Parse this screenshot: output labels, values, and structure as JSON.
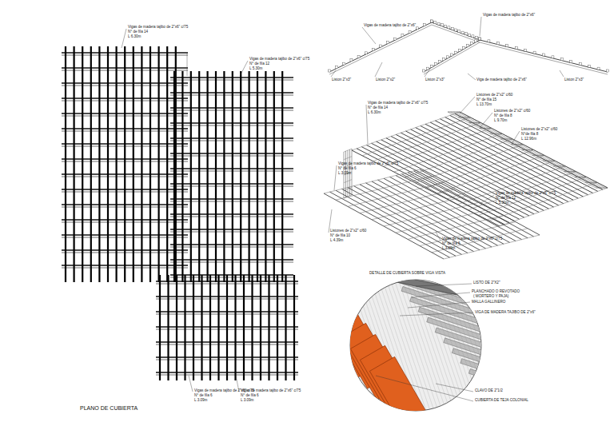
{
  "diagram": {
    "caption": "PLANO DE CUBIERTA",
    "labels": [
      "Vigas de madera tajibo de 2\"x6\" c/75",
      "N° de fila 14",
      "L 6.30m",
      "Vigas de madera tajibo de 2\"x6\" c/75",
      "N° de fila 12",
      "L 5.30m",
      "Vigas de madera tajibo de 2\"x6\" c/75",
      "N° de fila 6",
      "L 3.09m",
      "Vigas de madera tajibo de 2\"x6\" c/75",
      "N° de fila 6",
      "L 3.09m",
      "Vigas de madera tajibo de 2\"x6\"",
      "Vigas de madera tajibo de 2\"x6\"",
      "Liston 2\"x3\"",
      "Liston 2\"x2\"",
      "Liston 2\"x3\"",
      "Viga de madera tajibo de 2\"x6\"",
      "Liston 2\"x3\"",
      "Vigas de madera tajibo de 2\"x6\" c/75",
      "N° de fila 14",
      "L 6.30m",
      "Listones de 2\"x2\" c/60",
      "N° de fila 15",
      "L 13.70m",
      "Listones de 2\"x2\" c/60",
      "N° de fila 8",
      "L 9.70m",
      "Listones de 2\"x2\" c/60",
      "N°de fila 8",
      "L 12.96m",
      "Vigas de madera tajibo de 2\"x6\" c/75",
      "N° de fila 6",
      "L 3.09m",
      "Vigas de madera tajibo de 2\"x6\" c/75",
      "N° de fila 12",
      "L 5.30m",
      "Listones de 2\"x2\" c/60",
      "N° de fila 10",
      "L 4.39m",
      "Vigas de madera tajibo de 2\"x6\" c/75",
      "N° de fila 6",
      "L 3.09m",
      "DETALLE DE CUBIERTA SOBRE VIGA VISTA",
      "LISTO DE 2\"X2\"",
      "PLANCHADO O REVOTADO",
      "( MORTERO Y PAJA)",
      "MALLA GALLINERO",
      "VIGA DE MADERA TAJIBO DE 2\"x6\"",
      "CLAVO DE 2\"1/2",
      "CUBIERTA DE TEJA COLONIAL"
    ]
  }
}
